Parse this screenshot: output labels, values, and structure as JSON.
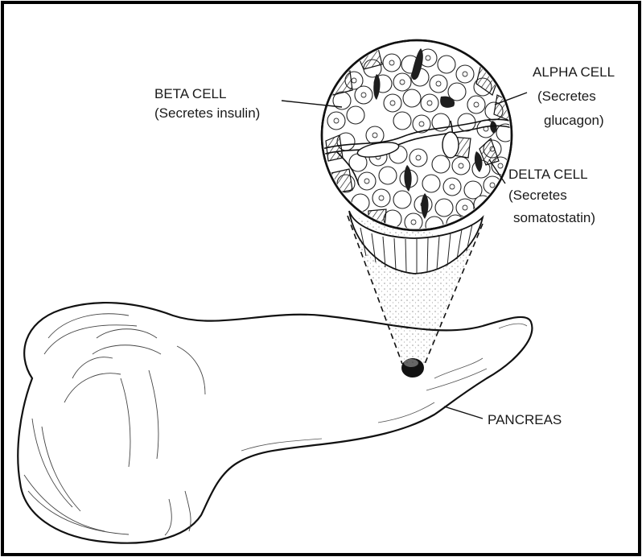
{
  "labels": {
    "beta": {
      "name": "BETA CELL",
      "note": "(Secretes insulin)"
    },
    "alpha": {
      "name": "ALPHA CELL",
      "line1": "(Secretes",
      "line2": "glucagon)"
    },
    "delta": {
      "name": "DELTA CELL",
      "line1": "(Secretes",
      "line2": "somatostatin)"
    },
    "pancreas": "PANCREAS"
  },
  "colors": {
    "ink": "#1a1a1a",
    "paper": "#ffffff",
    "border": "#000000"
  }
}
